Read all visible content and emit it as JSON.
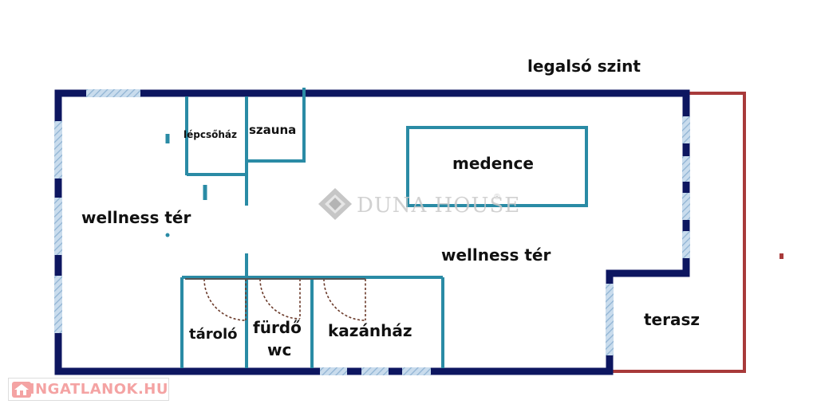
{
  "title": "legalsó szint",
  "rooms": {
    "lepcsohaz": "lépcsőház",
    "szauna": "szauna",
    "medence": "medence",
    "wellness_left": "wellness tér",
    "wellness_right": "wellness tér",
    "tarolo": "tároló",
    "furdo": "fürdő",
    "wc": "wc",
    "kazanhaz": "kazánház",
    "terasz": "terasz"
  },
  "watermark": {
    "center": "DUNA HOUSE",
    "registered": "®",
    "corner": "INGATLANOK.HU"
  },
  "colors": {
    "outer_wall": "#0d1660",
    "inner_wall": "#2a8ba5",
    "terrace": "#a83a3a",
    "window": "#9fc3dd",
    "watermark_center": "#c9c9c9",
    "watermark_corner": "#f4a3a3"
  }
}
